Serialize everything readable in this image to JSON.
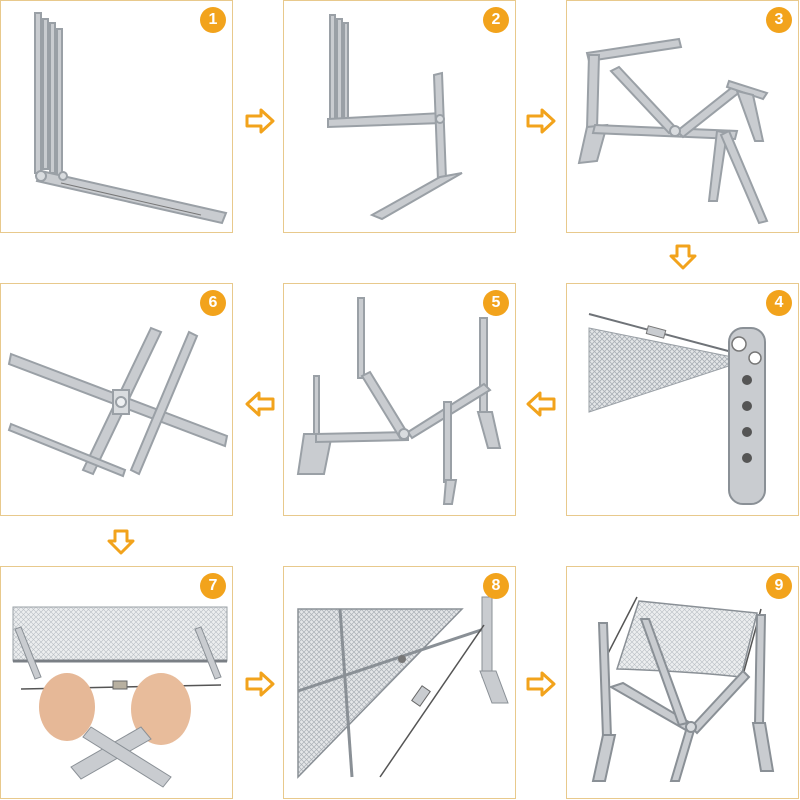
{
  "steps": [
    {
      "number": "1",
      "description": "folded-frame-with-one-leg-extended"
    },
    {
      "number": "2",
      "description": "frame-arms-partially-unfolded"
    },
    {
      "number": "3",
      "description": "legs-spread-x-frame"
    },
    {
      "number": "4",
      "description": "closeup-mesh-clip-on-perforated-post"
    },
    {
      "number": "5",
      "description": "frame-fully-unfolded-standing"
    },
    {
      "number": "6",
      "description": "closeup-cross-joint"
    },
    {
      "number": "7",
      "description": "hands-threading-wire-through-mesh"
    },
    {
      "number": "8",
      "description": "mesh-attached-to-post-closeup"
    },
    {
      "number": "9",
      "description": "assembled-stand-with-mesh"
    }
  ],
  "colors": {
    "badge": "#f2a31c",
    "border": "#e8c98c",
    "arrow": "#f2a31c",
    "metal": "#b8bcc2"
  },
  "icons": [
    "arrow-right-icon",
    "arrow-left-icon",
    "arrow-down-icon"
  ]
}
